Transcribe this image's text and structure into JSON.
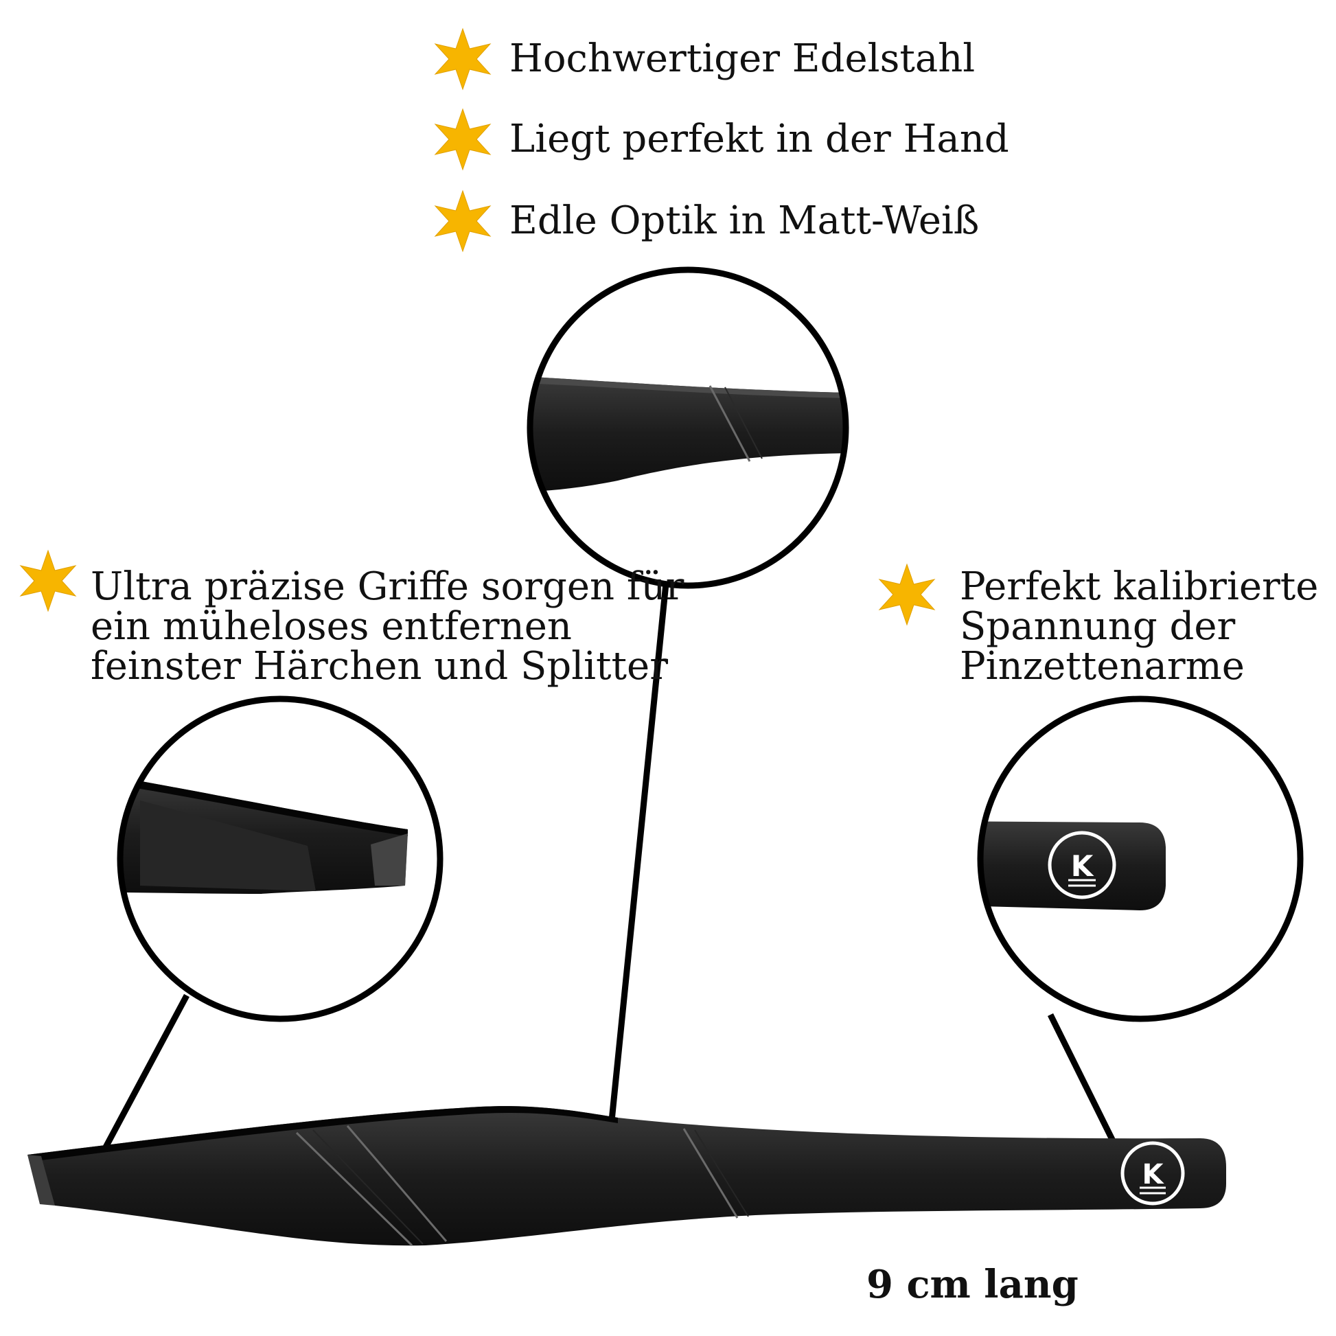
{
  "features": [
    {
      "text": "Hochwertiger Edelstahl",
      "icon": "star-icon"
    },
    {
      "text": "Liegt perfekt in der Hand",
      "icon": "star-icon"
    },
    {
      "text": "Edle Optik in Matt-Weiß",
      "icon": "star-icon"
    }
  ],
  "callouts": {
    "left": {
      "icon": "star-icon",
      "lines": [
        "Ultra präzise Griffe sorgen für",
        "ein müheloses entfernen",
        "feinster Härchen und Splitter"
      ]
    },
    "right": {
      "icon": "star-icon",
      "lines": [
        "Perfekt kalibrierte",
        "Spannung der",
        "Pinzettenarme"
      ]
    },
    "middle": {}
  },
  "logo": {
    "letter": "K"
  },
  "length_label": "9 cm lang",
  "colors": {
    "star": "#f7b500",
    "tweezer": "#141414",
    "background": "#ffffff"
  }
}
